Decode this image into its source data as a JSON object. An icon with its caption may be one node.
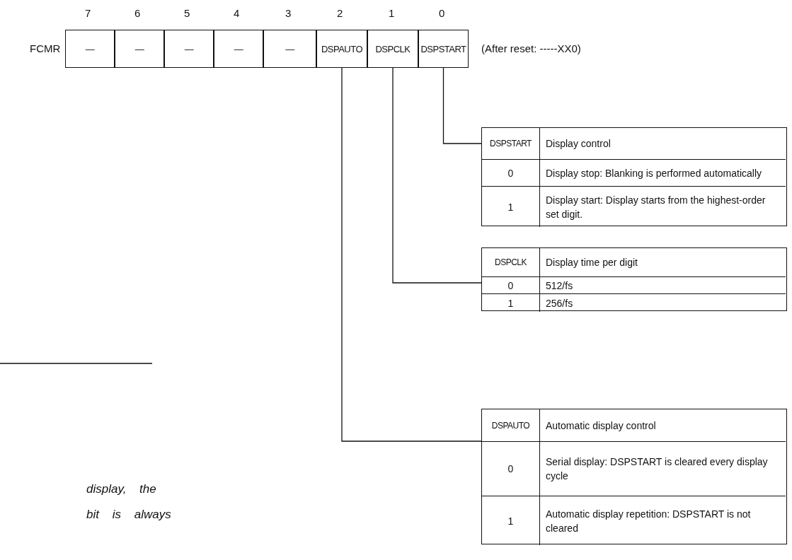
{
  "diagram": {
    "nodes": [
      {
        "text": [
          "—"
        ]
      },
      {
        "text": [
          "—"
        ]
      },
      {
        "text": [
          "—"
        ]
      },
      {
        "text": [
          "—"
        ]
      },
      {
        "text": [
          "—"
        ]
      },
      {
        "text": [
          "DSPAUTO"
        ]
      },
      {
        "text": [
          "DSPCLK"
        ]
      },
      {
        "text": [
          "DSPSTART"
        ]
      },
      {
        "text": [
          "DSPSTART",
          "Display control",
          "0",
          "Display stop: Blanking is performed automatically",
          "1",
          "Display start: Display starts from the highest-order set digit."
        ]
      },
      {
        "text": [
          "DSPCLK",
          "Display time per digit",
          "0",
          "512/fs",
          "1",
          "256/fs"
        ]
      },
      {
        "text": [
          "DSPAUTO",
          "Automatic display control",
          "0",
          "Serial display: DSPSTART is cleared every display cycle",
          "1",
          "Automatic display repetition: DSPSTART is not cleared"
        ]
      }
    ],
    "edges": [
      {
        "from": 7,
        "to": 8,
        "arrow": "none"
      },
      {
        "from": 6,
        "to": 9,
        "arrow": "none"
      },
      {
        "from": 5,
        "to": 10,
        "arrow": "none"
      }
    ],
    "labels": [
      "7",
      "6",
      "5",
      "4",
      "3",
      "2",
      "1",
      "0",
      "FCMR",
      "(After reset: -----XX0)",
      "display, the",
      "bit is always"
    ]
  }
}
